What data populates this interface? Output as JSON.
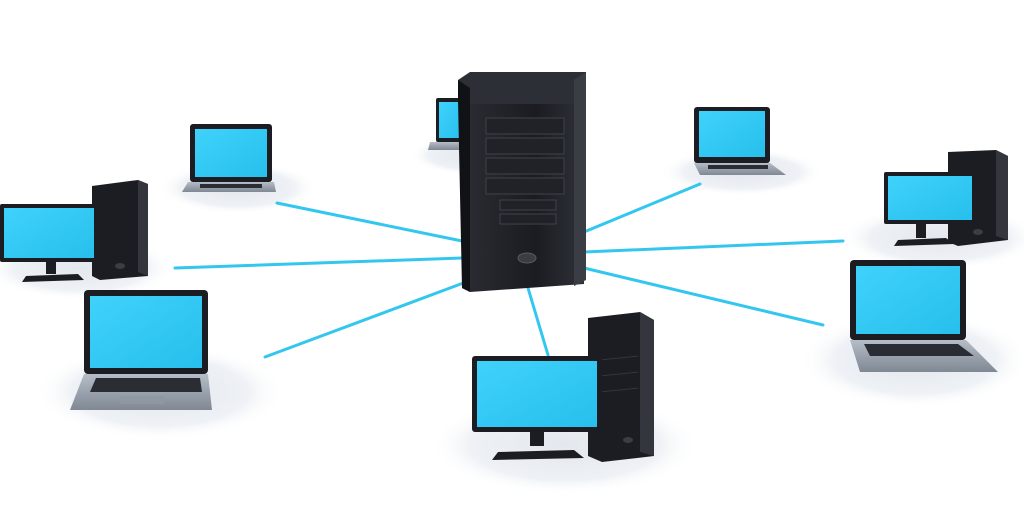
{
  "diagram": {
    "type": "network-topology",
    "colors": {
      "background": "#ffffff",
      "link": "#33c7ef",
      "screen": "#30c8f4",
      "device_body": "#1b1d22",
      "device_edge": "#3a3d44",
      "laptop_base": "#9aa4b0",
      "shadow": "#e9edf1"
    },
    "center_node": {
      "kind": "server-tower",
      "icon": "server-icon"
    },
    "nodes": [
      {
        "id": "laptop-top-left",
        "kind": "laptop",
        "icon": "laptop-icon"
      },
      {
        "id": "laptop-top-center-back",
        "kind": "laptop",
        "icon": "laptop-icon"
      },
      {
        "id": "laptop-top-right",
        "kind": "laptop",
        "icon": "laptop-icon"
      },
      {
        "id": "desktop-left",
        "kind": "desktop",
        "icon": "desktop-computer-icon"
      },
      {
        "id": "desktop-right",
        "kind": "desktop",
        "icon": "desktop-computer-icon"
      },
      {
        "id": "laptop-bottom-left",
        "kind": "laptop",
        "icon": "laptop-icon"
      },
      {
        "id": "laptop-bottom-right",
        "kind": "laptop",
        "icon": "laptop-icon"
      },
      {
        "id": "desktop-bottom-center",
        "kind": "desktop",
        "icon": "desktop-computer-icon"
      }
    ]
  }
}
